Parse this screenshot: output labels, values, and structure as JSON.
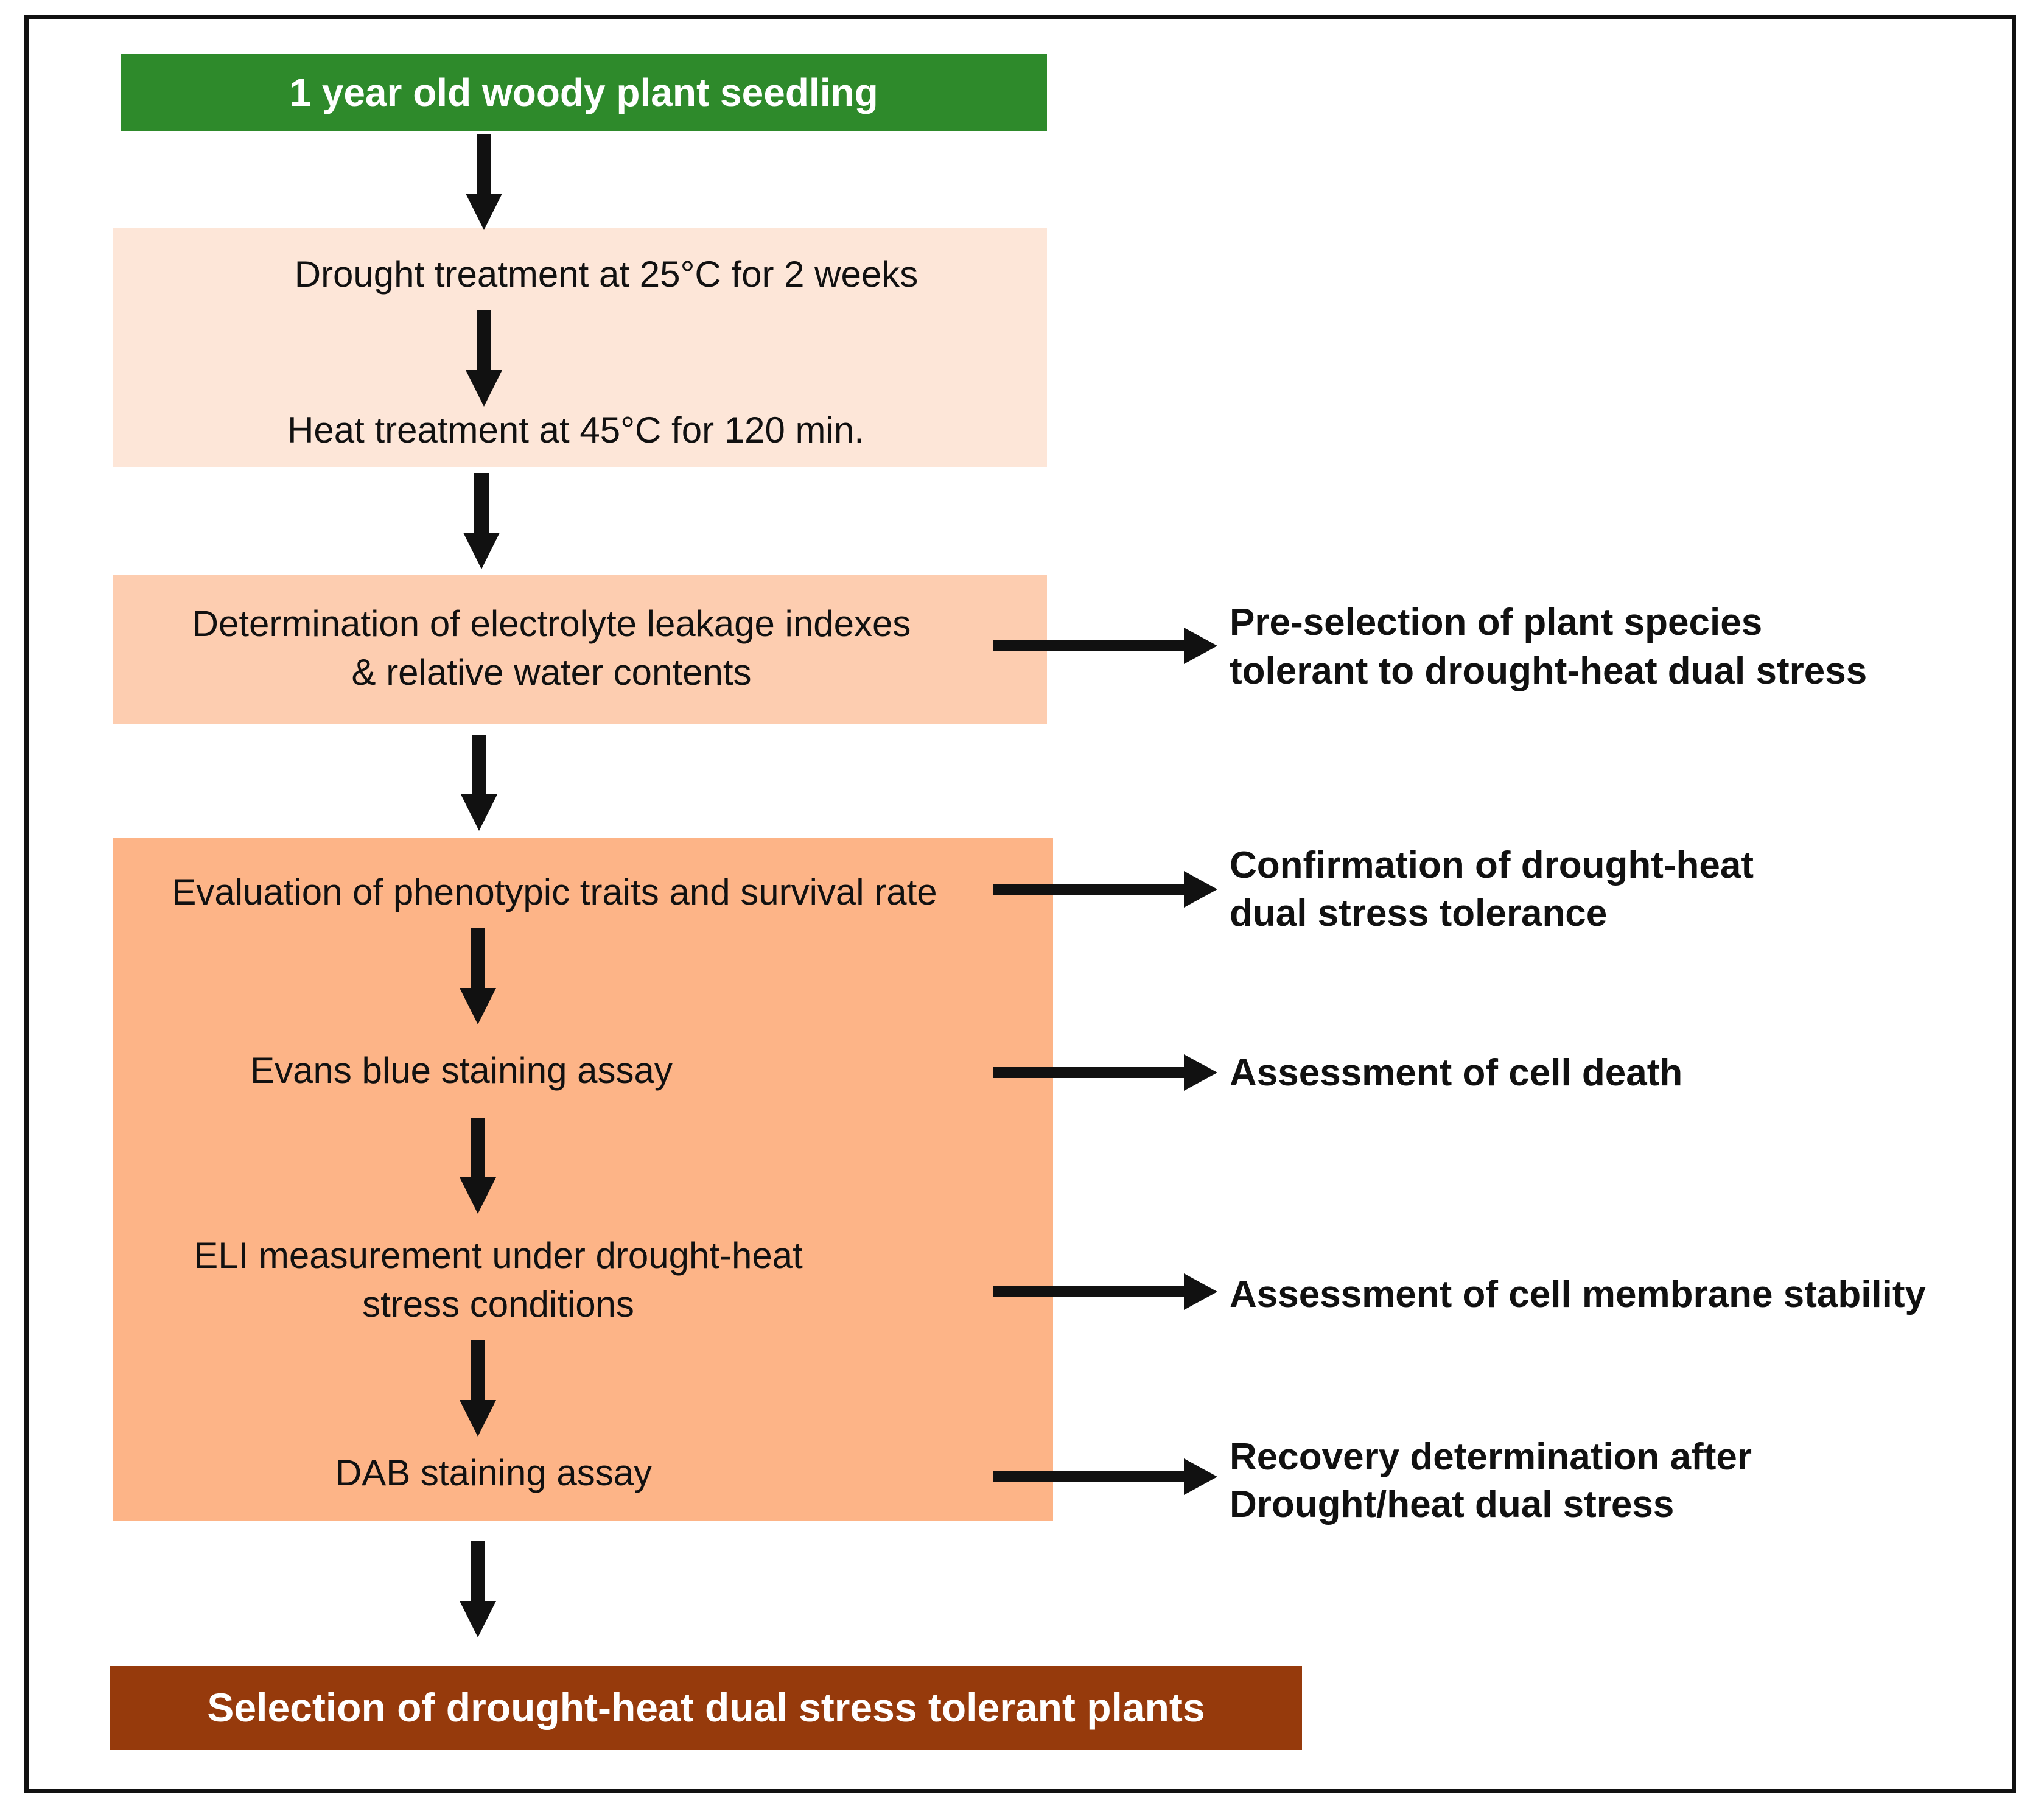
{
  "colors": {
    "start_box": "#2e8a2b",
    "stage1_box": "#fde6d8",
    "stage2_box": "#fdcdb0",
    "stage3_box": "#fdb487",
    "end_box": "#963a0c",
    "arrow": "#111111",
    "frame": "#111111"
  },
  "start": {
    "label": "1 year old woody plant seedling"
  },
  "stage1": {
    "step1": "Drought treatment at 25°C for 2 weeks",
    "step2": "Heat treatment at 45°C for 120 min."
  },
  "stage2": {
    "line1": "Determination of electrolyte leakage indexes",
    "line2": "& relative water contents",
    "outcome_line1": "Pre-selection of plant species",
    "outcome_line2": "tolerant to drought-heat dual stress"
  },
  "stage3": {
    "step1": "Evaluation of phenotypic traits and survival rate",
    "step2": "Evans blue staining assay",
    "step3_line1": "ELI measurement under drought-heat",
    "step3_line2": "stress conditions",
    "step4": "DAB staining assay",
    "outcome1_line1": "Confirmation of drought-heat",
    "outcome1_line2": "dual stress tolerance",
    "outcome2": "Assessment of cell death",
    "outcome3": "Assessment of cell membrane stability",
    "outcome4_line1": "Recovery determination after",
    "outcome4_line2": "Drought/heat dual stress"
  },
  "end": {
    "label": "Selection of drought-heat dual stress tolerant plants"
  }
}
